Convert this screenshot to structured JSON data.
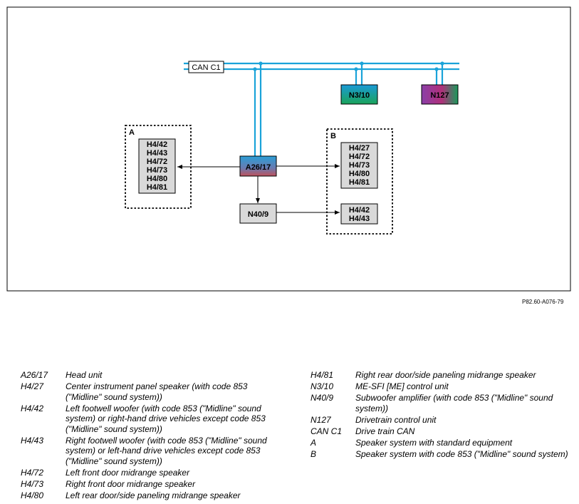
{
  "diagram": {
    "can_label": "CAN C1",
    "nodes": {
      "n3_10": "N3/10",
      "n127": "N127",
      "a26_17": "A26/17",
      "n40_9": "N40/9"
    },
    "group_a": {
      "label": "A",
      "speakers": [
        "H4/42",
        "H4/43",
        "H4/72",
        "H4/73",
        "H4/80",
        "H4/81"
      ]
    },
    "group_b": {
      "label": "B",
      "speakers_top": [
        "H4/27",
        "H4/72",
        "H4/73",
        "H4/80",
        "H4/81"
      ],
      "speakers_bottom": [
        "H4/42",
        "H4/43"
      ]
    },
    "colors": {
      "can_bus": "#1aa3d9",
      "n3_10_top": "#1a9ad6",
      "n3_10_bottom": "#1aa35a",
      "n127_left": "#8a3fa8",
      "n127_right": "#1a9a5a",
      "a26_17_top": "#2a9ed6",
      "a26_17_bottom": "#c0505a",
      "box_fill": "#d9d9d9"
    }
  },
  "reference": "P82.60-A076-79",
  "legend": {
    "left": [
      {
        "code": "A26/17",
        "desc": "Head unit"
      },
      {
        "code": "H4/27",
        "desc": "Center instrument panel speaker (with code 853 (\"Midline\" sound system))"
      },
      {
        "code": "H4/42",
        "desc": "Left footwell woofer (with code 853 (\"Midline\" sound system) or right-hand drive vehicles except code 853 (\"Midline\" sound system))"
      },
      {
        "code": "H4/43",
        "desc": "Right footwell woofer (with code 853 (\"Midline\" sound system) or left-hand drive vehicles except code 853 (\"Midline\" sound system))"
      },
      {
        "code": "H4/72",
        "desc": "Left front door midrange speaker"
      },
      {
        "code": "H4/73",
        "desc": "Right front door midrange speaker"
      },
      {
        "code": "H4/80",
        "desc": "Left rear door/side paneling midrange speaker"
      }
    ],
    "right": [
      {
        "code": "H4/81",
        "desc": "Right rear door/side paneling midrange speaker"
      },
      {
        "code": "N3/10",
        "desc": "ME-SFI [ME] control unit"
      },
      {
        "code": "N40/9",
        "desc": "Subwoofer amplifier (with code 853 (\"Midline\" sound system))"
      },
      {
        "code": "N127",
        "desc": "Drivetrain control unit"
      },
      {
        "code": "CAN C1",
        "desc": "Drive train CAN"
      },
      {
        "code": "A",
        "desc": "Speaker system with standard equipment"
      },
      {
        "code": "B",
        "desc": "Speaker system with code 853 (\"Midline\" sound system)"
      }
    ]
  }
}
